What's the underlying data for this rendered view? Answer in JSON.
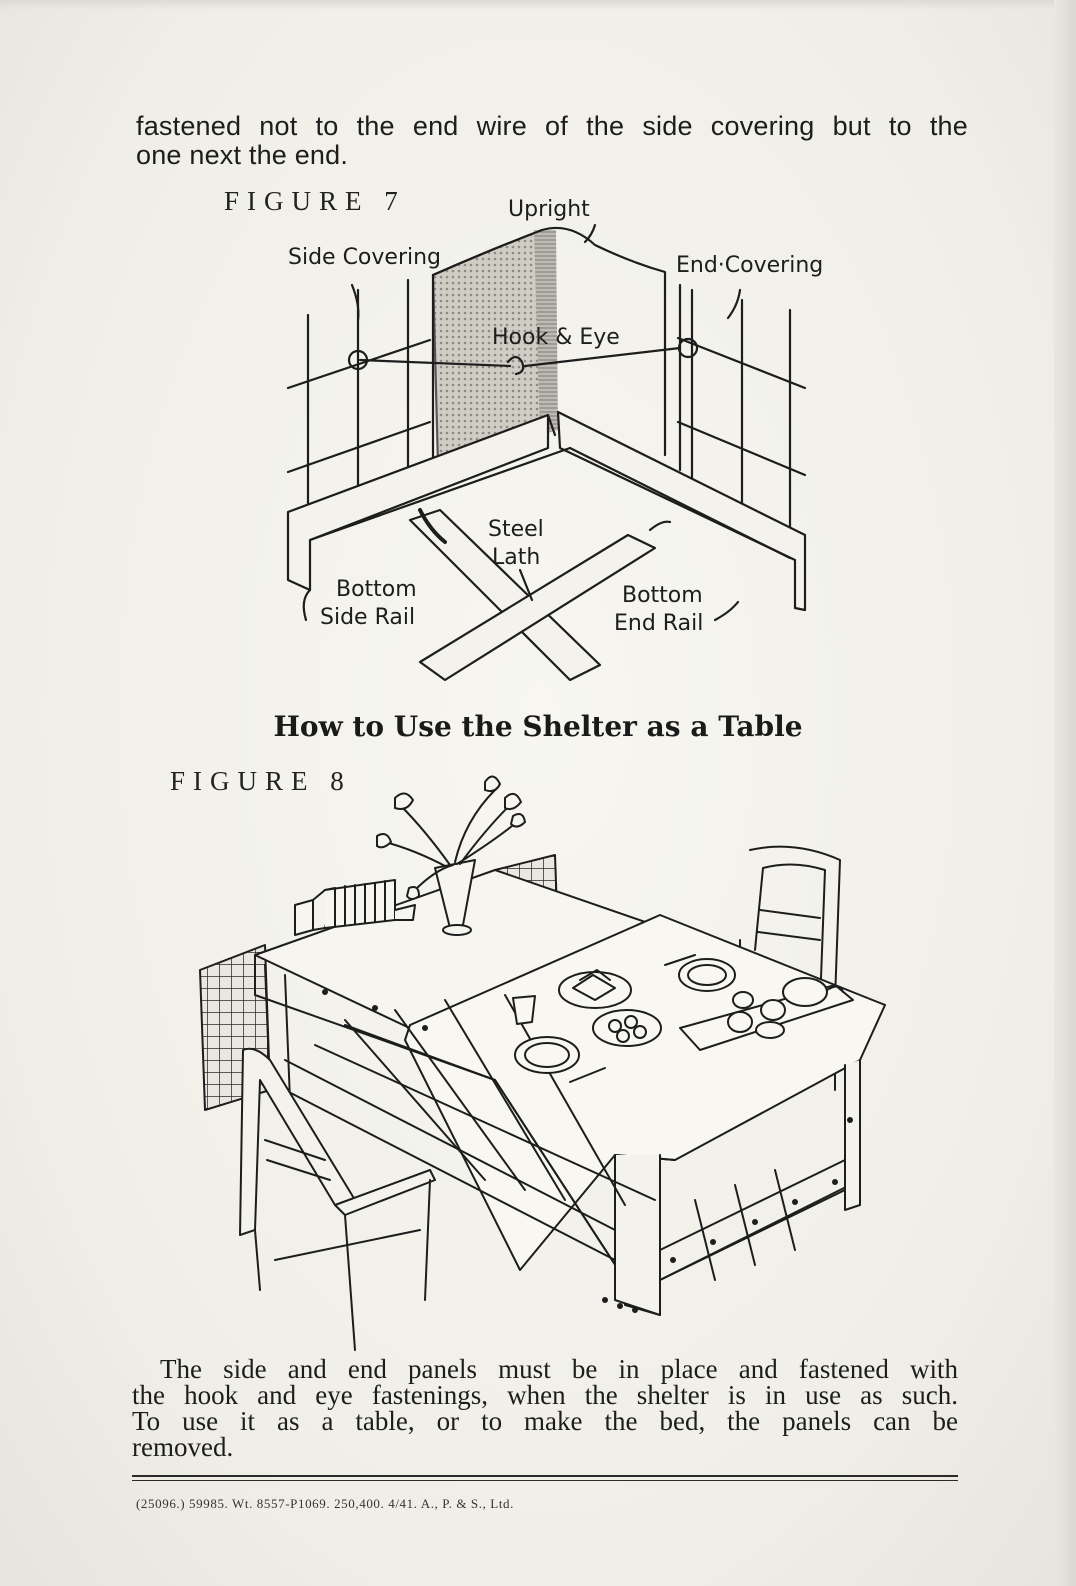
{
  "intro": {
    "line1": "fastened not to the end wire of the side covering but to the",
    "line2": "one next the end."
  },
  "figure7": {
    "label": "FIGURE 7",
    "labels": {
      "upright": "Upright",
      "side_covering": "Side Covering",
      "end_covering": "End·Covering",
      "hook_eye": "Hook & Eye",
      "steel_lath_1": "Steel",
      "steel_lath_2": "Lath",
      "bottom_side_rail_1": "Bottom",
      "bottom_side_rail_2": "Side Rail",
      "bottom_end_rail_1": "Bottom",
      "bottom_end_rail_2": "End Rail"
    }
  },
  "heading": "How to Use the Shelter as a Table",
  "figure8": {
    "label": "FIGURE 8"
  },
  "body": {
    "line1": "The side and end panels must be in place and fastened with",
    "line2": "the hook and eye fastenings, when the shelter is in use as such.",
    "line3": "To use it as a table, or to make the bed, the panels can be",
    "line4": "removed."
  },
  "footer": "(25096.) 59985. Wt. 8557-P1069. 250,400. 4/41. A., P. & S., Ltd."
}
